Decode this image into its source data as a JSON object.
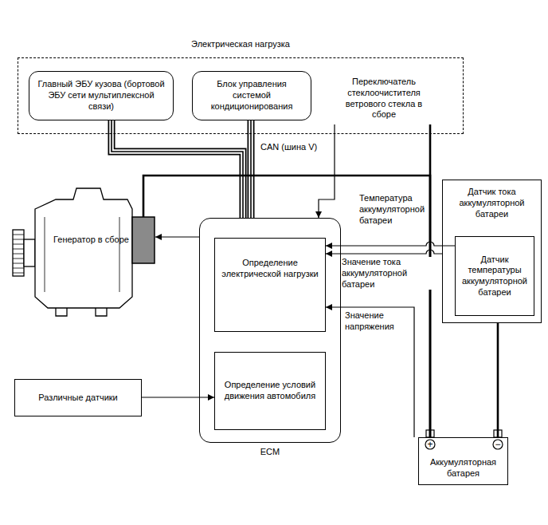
{
  "diagram": {
    "nodes": [
      {
        "text": [
          "Электрическая нагрузка"
        ]
      },
      {
        "text": [
          "Главный ЭБУ кузова (бортовой ЭБУ сети мультиплексной связи)"
        ],
        "in": 0
      },
      {
        "text": [
          "Блок управления системой кондиционирования"
        ],
        "in": 0
      },
      {
        "text": [
          "Переключатель стеклоочистителя ветрового стекла в сборе"
        ],
        "in": 0
      },
      {
        "text": [
          "Генератор в сборе"
        ]
      },
      {
        "text": [
          "ECM"
        ]
      },
      {
        "text": [
          "Определение электрической нагрузки"
        ],
        "in": 5
      },
      {
        "text": [
          "Определение условий движения автомобиля"
        ],
        "in": 5
      },
      {
        "text": [
          "Различные датчики"
        ]
      },
      {
        "text": [
          "Датчик тока аккумуляторной батареи"
        ]
      },
      {
        "text": [
          "Датчик температуры аккумуляторной батареи"
        ],
        "in": 9
      },
      {
        "text": [
          "Аккумуляторная батарея"
        ]
      }
    ],
    "edges": [
      {
        "from": 1,
        "to": 5,
        "arrow": "none",
        "label": "CAN (шина V)"
      },
      {
        "from": 2,
        "to": 5,
        "arrow": "none"
      },
      {
        "from": 3,
        "to": 5,
        "arrow": "to"
      },
      {
        "from": 5,
        "to": 4,
        "arrow": "to"
      },
      {
        "from": 4,
        "to": 11,
        "arrow": "none"
      },
      {
        "from": 3,
        "to": 11,
        "arrow": "none"
      },
      {
        "from": 10,
        "to": 6,
        "arrow": "to",
        "label": "Температура аккумуляторной батареи"
      },
      {
        "from": 9,
        "to": 6,
        "arrow": "to",
        "label": "Значение тока аккумуляторной батареи"
      },
      {
        "from": 11,
        "to": 6,
        "arrow": "to",
        "label": "Значение напряжения"
      },
      {
        "from": 8,
        "to": 7,
        "arrow": "to"
      },
      {
        "from": 9,
        "to": 11,
        "arrow": "none"
      }
    ],
    "labels": [
      "+",
      "−"
    ]
  }
}
